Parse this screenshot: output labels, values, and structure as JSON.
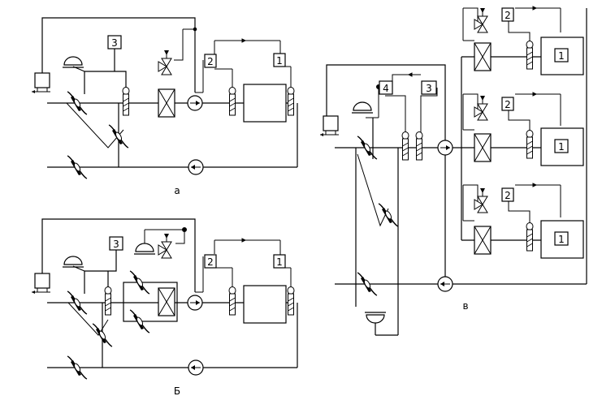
{
  "labels": {
    "diagram_a": "а",
    "diagram_b": "Б",
    "diagram_v": "в"
  },
  "blocks": {
    "n1": "1",
    "n2": "2",
    "n3": "3",
    "n4": "4"
  }
}
